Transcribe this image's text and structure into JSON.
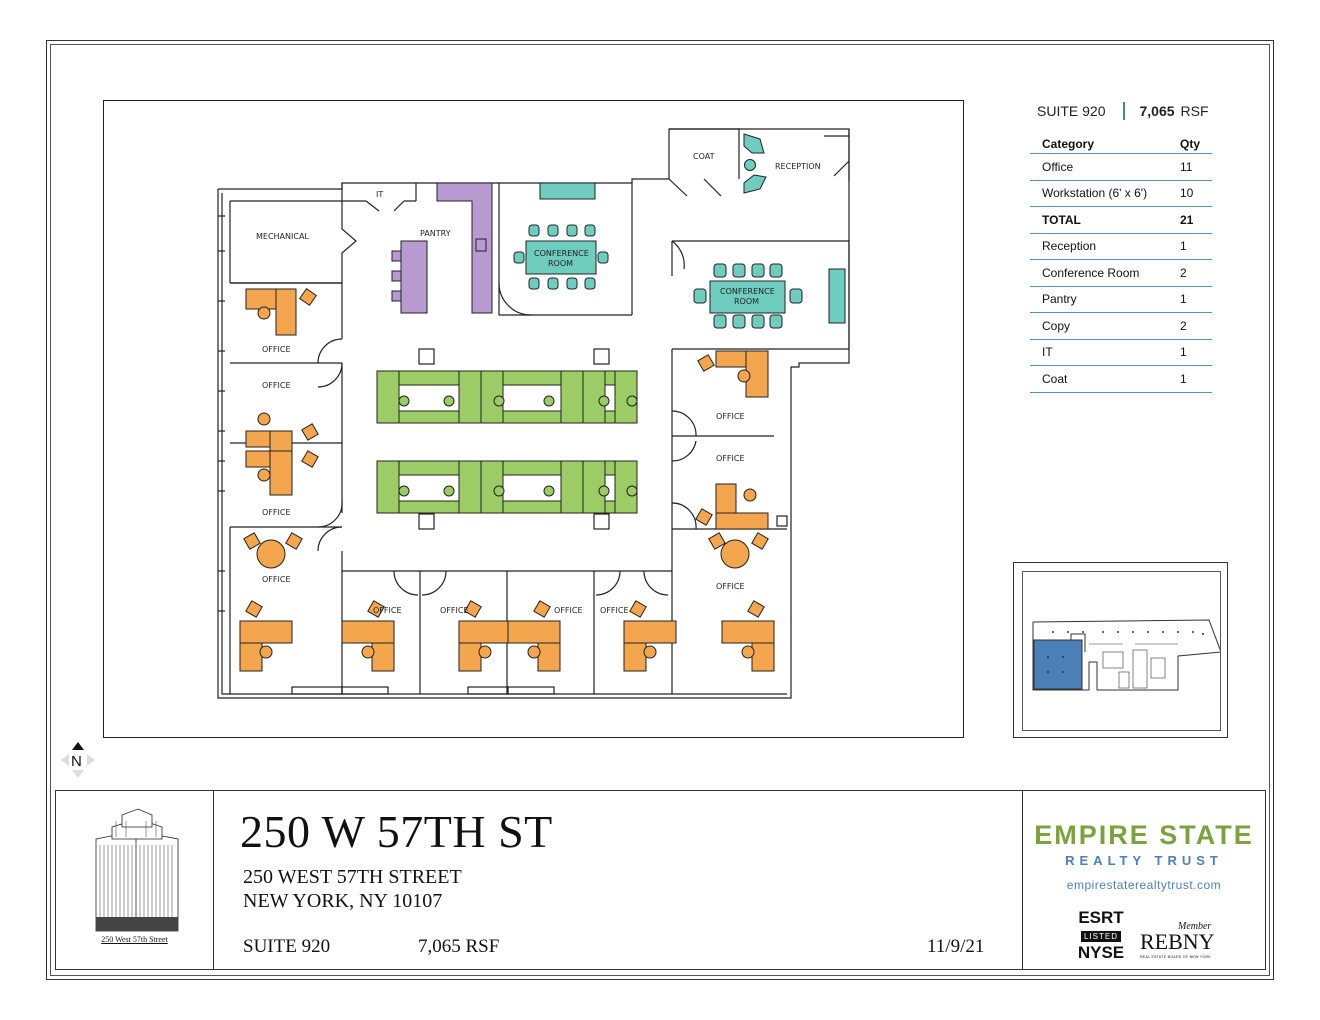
{
  "floor_plan": {
    "rooms": {
      "mechanical": "MECHANICAL",
      "it": "IT",
      "pantry": "PANTRY",
      "coat": "COAT",
      "reception": "RECEPTION",
      "conference_1": [
        "CONFERENCE",
        "ROOM"
      ],
      "conference_2": [
        "CONFERENCE",
        "ROOM"
      ],
      "office": "OFFICE"
    },
    "colors": {
      "office_furniture": "#f4a64e",
      "workstation": "#9ccc65",
      "conference": "#6fcdbf",
      "pantry": "#b79bd0",
      "walls": "#222222"
    }
  },
  "summary": {
    "suite": "SUITE 920",
    "rsf_value": "7,065",
    "rsf_unit": "RSF",
    "table": {
      "headers": [
        "Category",
        "Qty"
      ],
      "rows": [
        {
          "category": "Office",
          "qty": "11"
        },
        {
          "category": "Workstation (6' x 6')",
          "qty": "10"
        },
        {
          "category": "TOTAL",
          "qty": "21"
        },
        {
          "category": "Reception",
          "qty": "1"
        },
        {
          "category": "Conference Room",
          "qty": "2"
        },
        {
          "category": "Pantry",
          "qty": "1"
        },
        {
          "category": "Copy",
          "qty": "2"
        },
        {
          "category": "IT",
          "qty": "1"
        },
        {
          "category": "Coat",
          "qty": "1"
        }
      ]
    }
  },
  "compass": {
    "label": "N"
  },
  "title_block": {
    "building_caption": "250 West 57th Street",
    "address_big": "250 W 57TH ST",
    "address_line1": "250 WEST 57TH STREET",
    "address_line2": "NEW YORK, NY 10107",
    "suite": "SUITE 920",
    "rsf": "7,065  RSF",
    "date": "11/9/21"
  },
  "branding": {
    "esrt_line1": "EMPIRE STATE",
    "esrt_line2": "REALTY TRUST",
    "esrt_url": "empirestaterealtytrust.com",
    "nyse_top": "ESRT",
    "nyse_mid": "LISTED",
    "nyse_bottom": "NYSE",
    "rebny_member": "Member",
    "rebny_name": "REBNY",
    "rebny_sub": "REAL ESTATE BOARD OF NEW YORK"
  }
}
